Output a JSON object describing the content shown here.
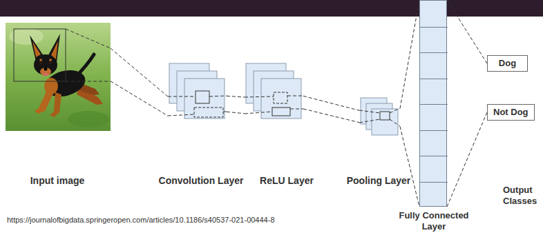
{
  "diagram": {
    "nodes": [
      {
        "text": [
          "Input image"
        ]
      },
      {
        "text": [
          "Convolution Layer"
        ]
      },
      {
        "text": [
          "ReLU Layer"
        ]
      },
      {
        "text": [
          "Pooling Layer"
        ]
      },
      {
        "text": [
          "Fully Connected Layer"
        ]
      },
      {
        "text": [
          "Dog"
        ]
      },
      {
        "text": [
          "Not Dog"
        ]
      }
    ],
    "edges": [
      {
        "from": 0,
        "to": 1,
        "arrow": "none"
      },
      {
        "from": 1,
        "to": 2,
        "arrow": "none"
      },
      {
        "from": 2,
        "to": 3,
        "arrow": "none"
      },
      {
        "from": 3,
        "to": 4,
        "arrow": "none"
      },
      {
        "from": 4,
        "to": 5,
        "arrow": "none"
      },
      {
        "from": 4,
        "to": 6,
        "arrow": "none"
      }
    ],
    "labels": [
      "Output Classes",
      "https://journalofbigdata.springeropen.com/articles/10.1186/s40537-021-00444-8"
    ]
  }
}
